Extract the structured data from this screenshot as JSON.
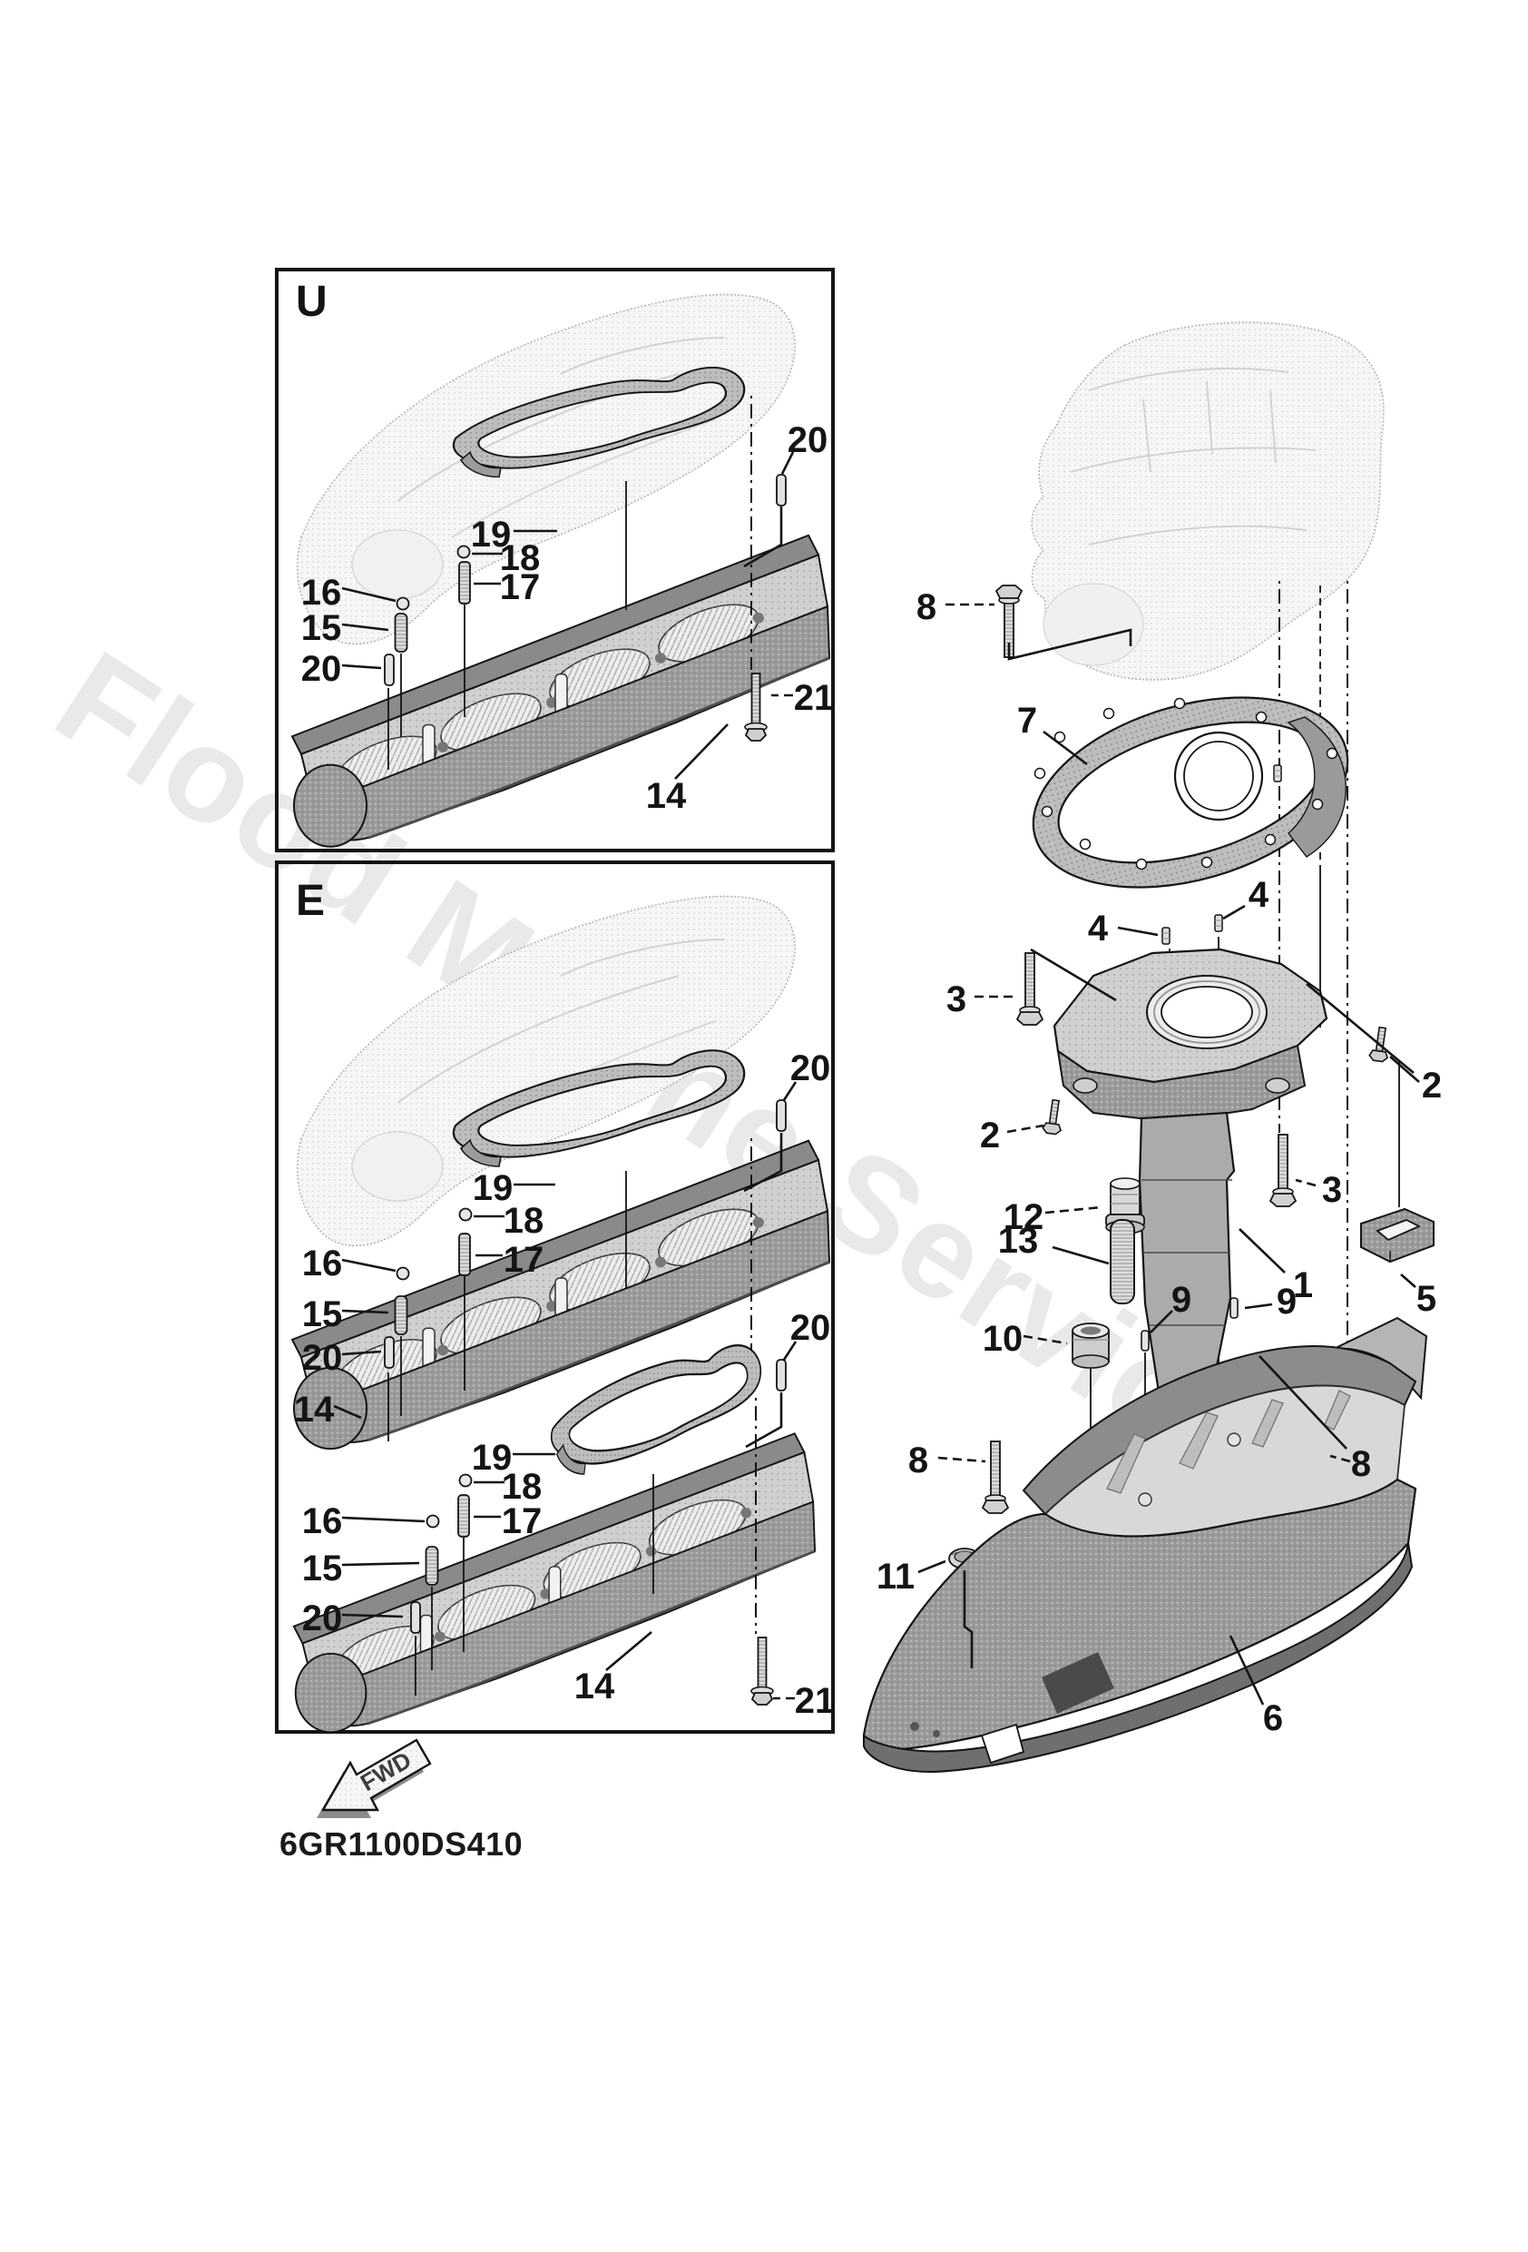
{
  "watermark": {
    "text": "Flood Marine Services"
  },
  "footer": {
    "code": "6GR1100DS410"
  },
  "fwd_arrow": {
    "label": "FWD"
  },
  "panel_u": {
    "label": "U",
    "callouts": [
      "20",
      "19",
      "18",
      "17",
      "16",
      "15",
      "20",
      "21",
      "14"
    ]
  },
  "panel_e": {
    "label": "E",
    "upper_callouts": [
      "20",
      "19",
      "18",
      "17",
      "16",
      "15",
      "20",
      "14"
    ],
    "lower_callouts": [
      "20",
      "19",
      "18",
      "17",
      "16",
      "15",
      "20",
      "21",
      "14"
    ]
  },
  "right_view": {
    "callouts": [
      "8",
      "7",
      "4",
      "4",
      "3",
      "2",
      "2",
      "3",
      "12",
      "13",
      "1",
      "5",
      "9",
      "9",
      "10",
      "8",
      "8",
      "11",
      "6"
    ]
  }
}
